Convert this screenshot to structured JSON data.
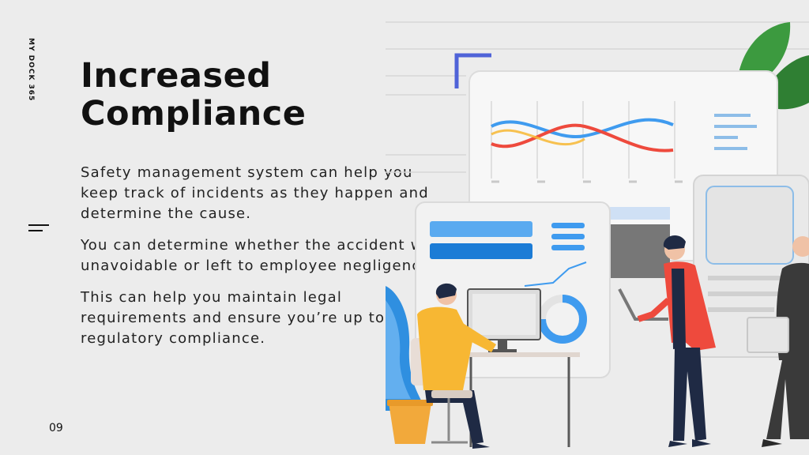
{
  "brand": "MY DOCK 365",
  "title_lines": [
    "Increased",
    "Compliance"
  ],
  "paragraphs": [
    "Safety management system can help you keep track of incidents as they happen and determine the cause.",
    "You can determine whether the accident was unavoidable or left to employee negligence.",
    "This can help you maintain legal requirements and ensure you’re up to regulatory compliance."
  ],
  "page_number": "09",
  "colors": {
    "background": "#ececec",
    "text": "#111111",
    "accent_blue": "#3f9bef",
    "accent_red": "#ee4a3d",
    "accent_orange": "#f7b733",
    "leaf_green": "#3c9a3f"
  },
  "icons": [
    "menu-icon"
  ]
}
